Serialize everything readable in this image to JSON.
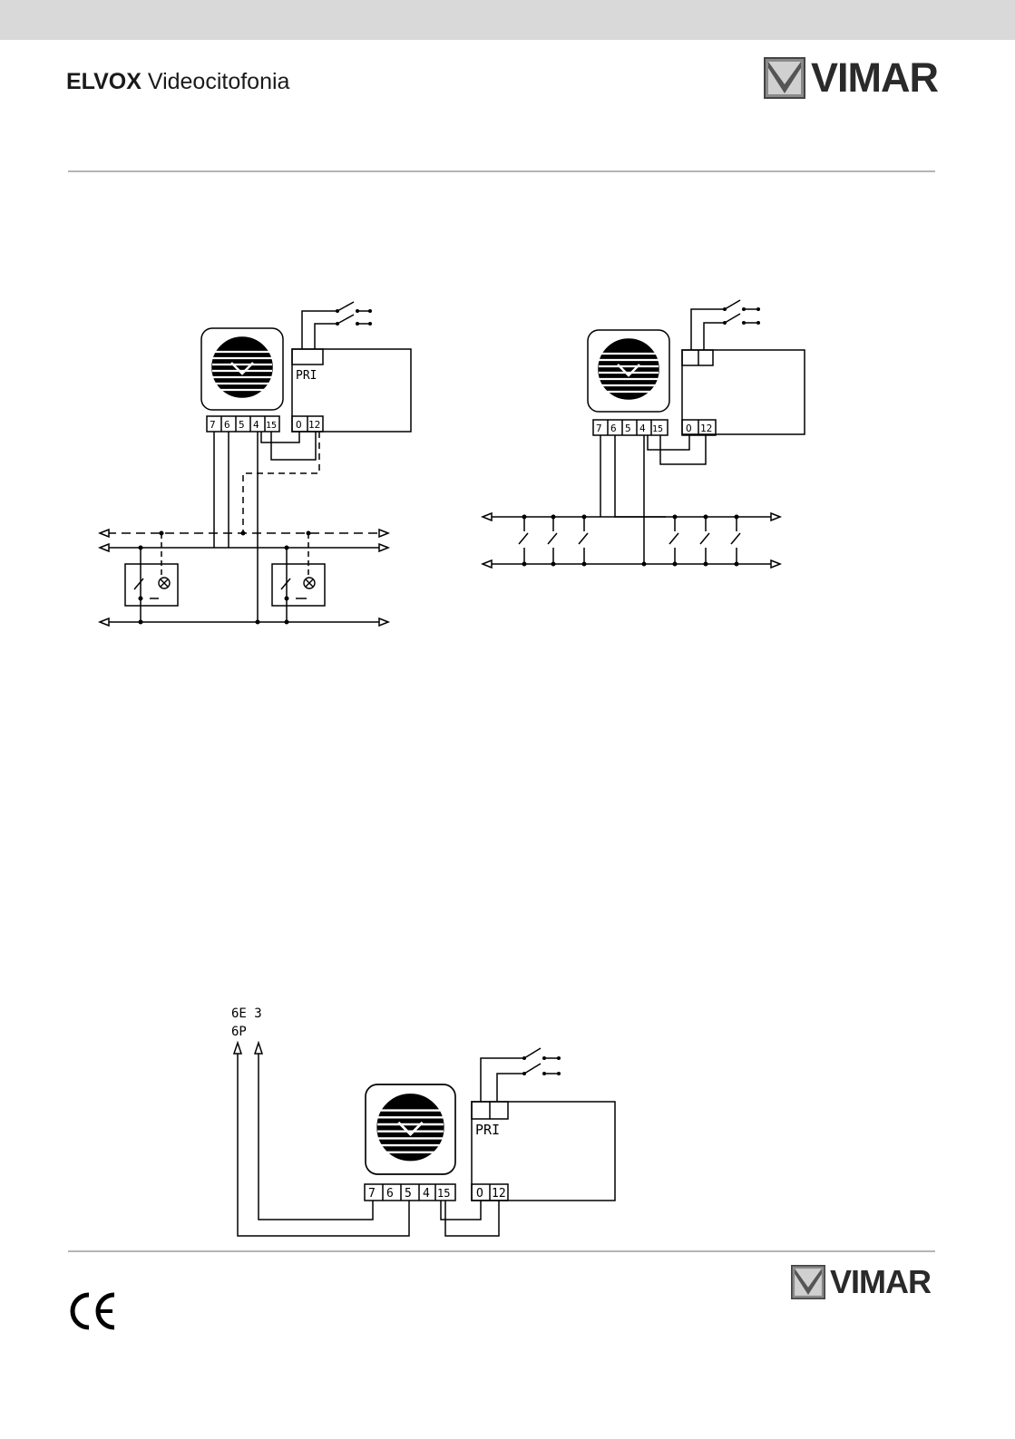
{
  "header": {
    "brand_bold": "ELVOX",
    "brand_light": "Videocitofonia",
    "logo_text": "VIMAR"
  },
  "footer": {
    "logo_text": "VIMAR",
    "ce_mark": "CE"
  },
  "diagrams": {
    "terminals": [
      "7",
      "6",
      "5",
      "4",
      "15",
      "O",
      "12"
    ],
    "pri_label": "PRI",
    "third_labels": [
      "6E 3",
      "6P"
    ]
  }
}
